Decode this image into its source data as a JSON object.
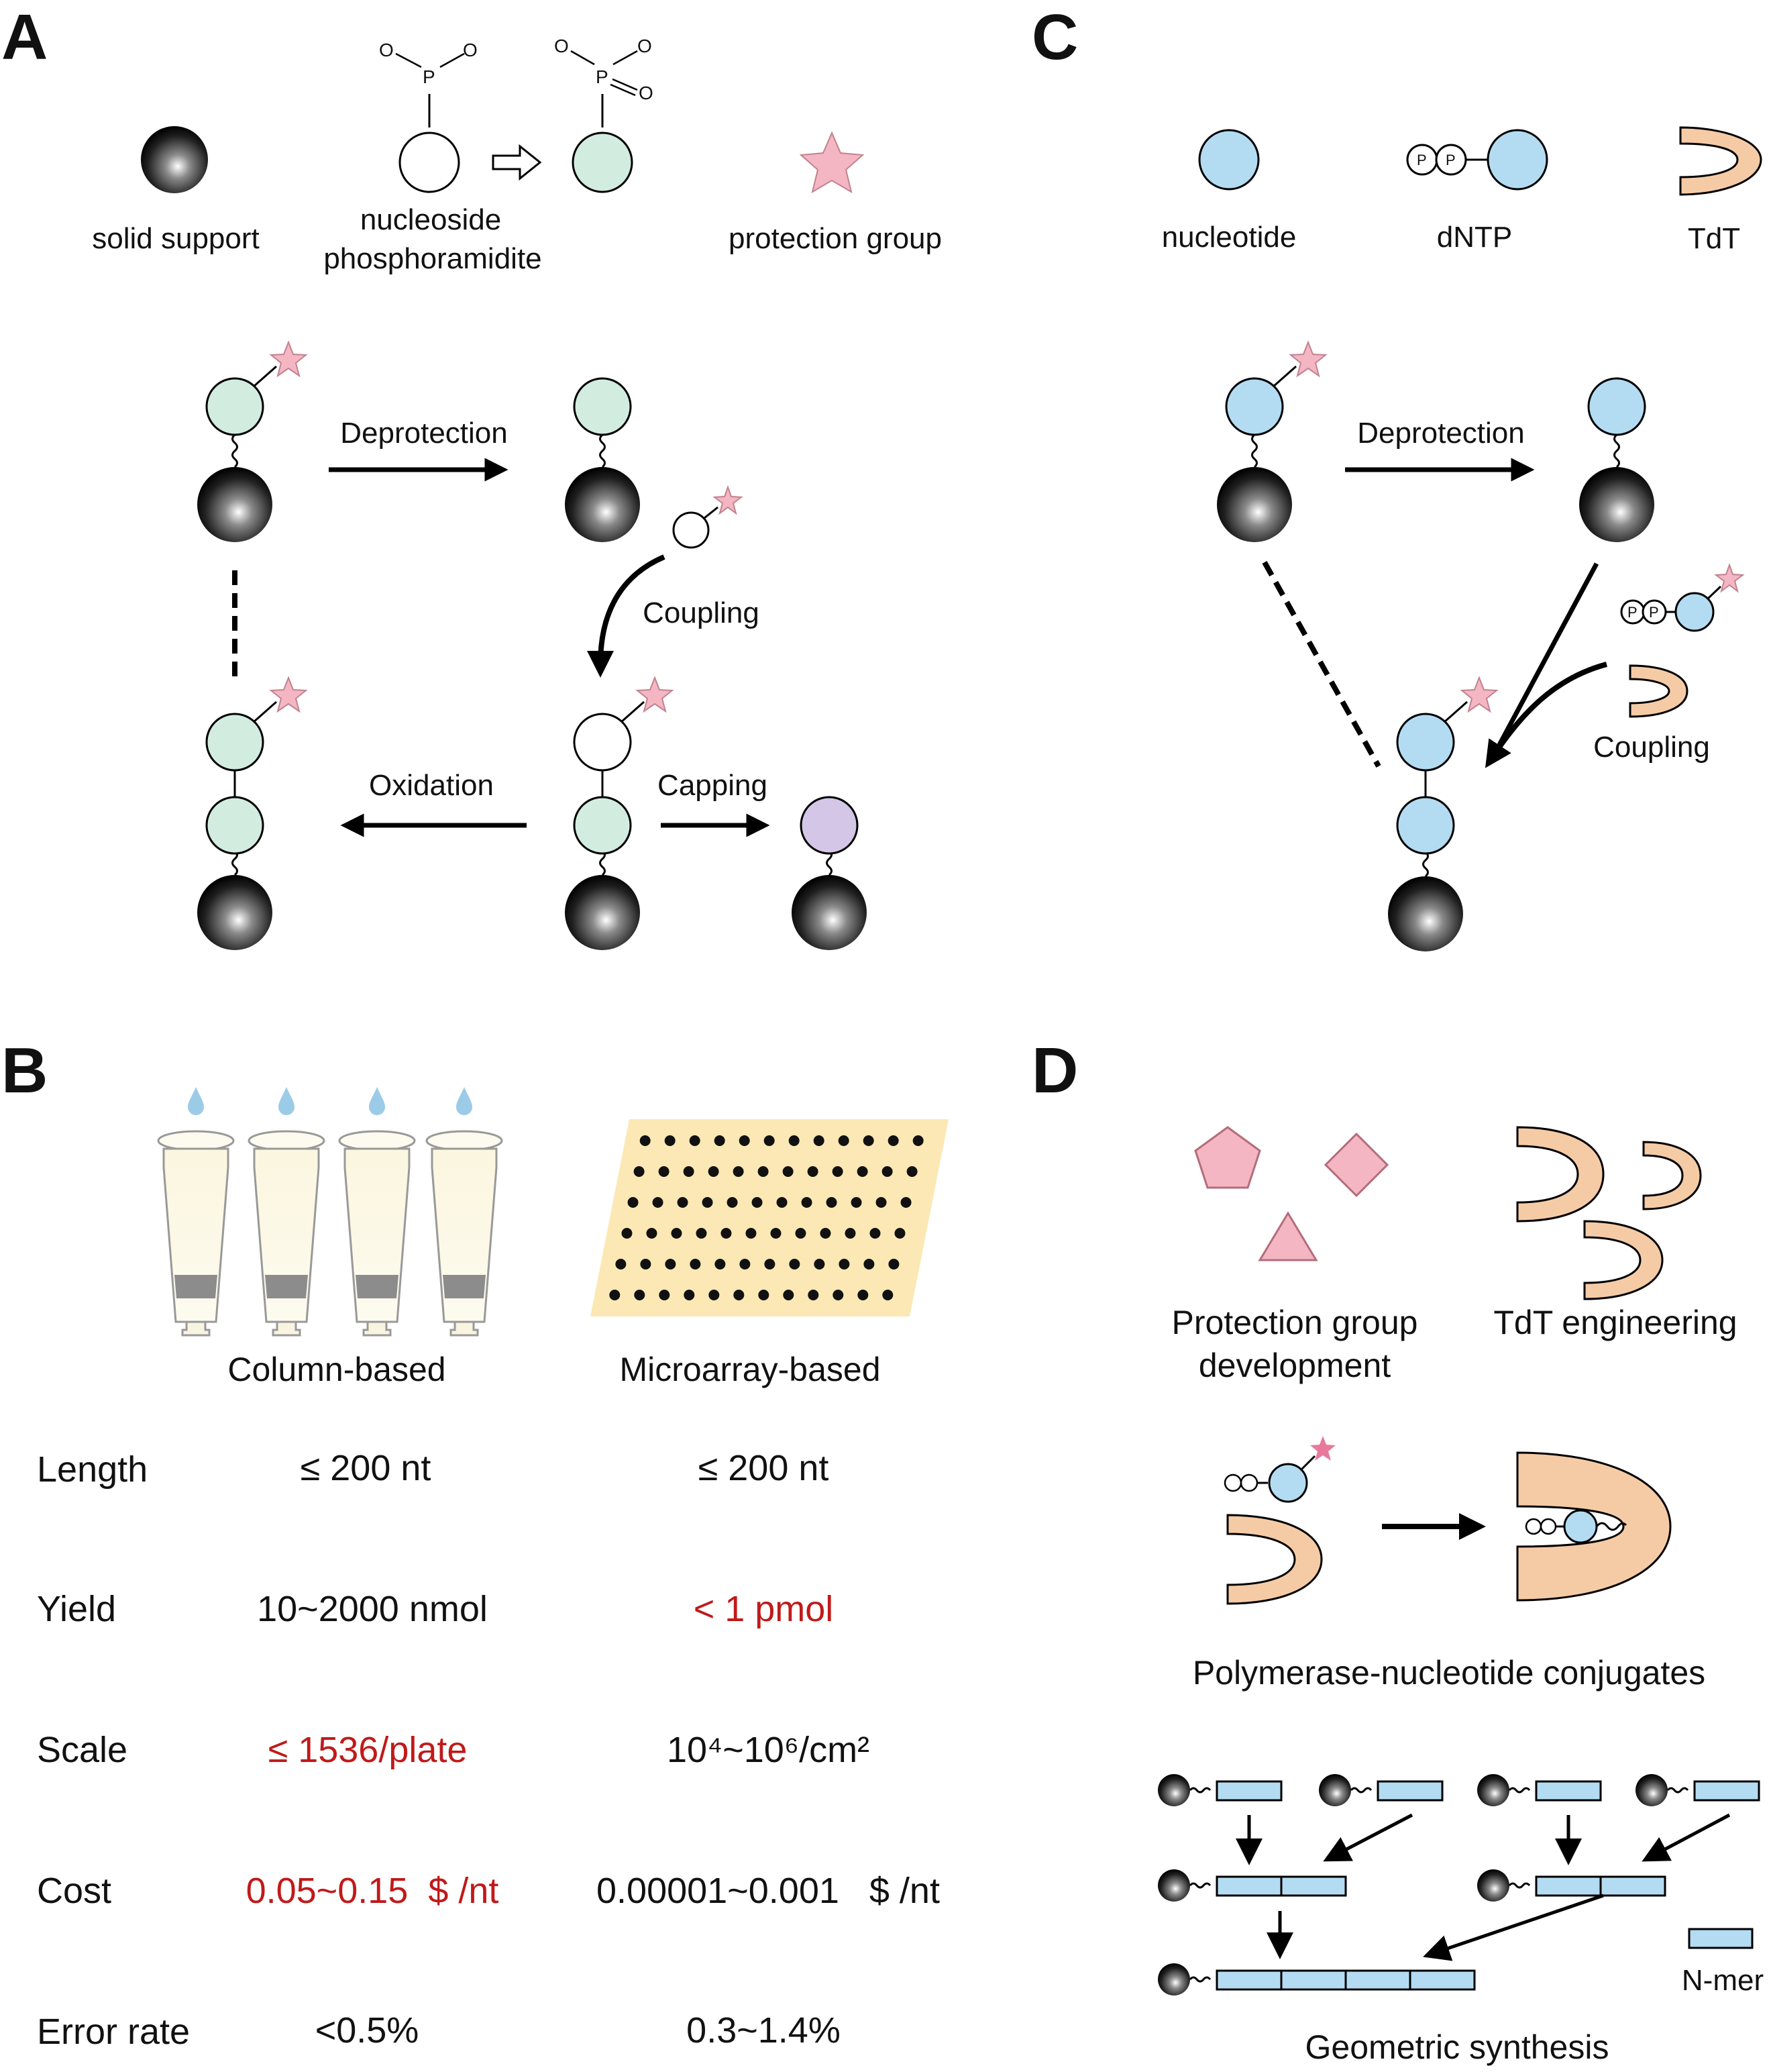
{
  "colors": {
    "nucleoside_green": "#d3ece0",
    "nucleotide_blue": "#b3dcf2",
    "tdt_peach": "#f5cba6",
    "star_pink": "#f4b6c2",
    "capped_purple": "#d4c6e6",
    "highlight_red": "#c01a1a",
    "chip_yellow": "#fbe8b4"
  },
  "panels": {
    "a": {
      "letter": "A",
      "legend": {
        "solid_support": "solid support",
        "nucleoside_line1": "nucleoside",
        "nucleoside_line2": "phosphoramidite",
        "protection_group": "protection group"
      },
      "steps": {
        "deprotection": "Deprotection",
        "coupling": "Coupling",
        "oxidation": "Oxidation",
        "capping": "Capping"
      }
    },
    "b": {
      "letter": "B",
      "col_header_1": "Column-based",
      "col_header_2": "Microarray-based",
      "rows": [
        {
          "label": "Length",
          "column": "≤ 200 nt",
          "microarray": "≤ 200 nt",
          "column_red": false,
          "microarray_red": false
        },
        {
          "label": "Yield",
          "column": "10~2000 nmol",
          "microarray": "< 1 pmol",
          "column_red": false,
          "microarray_red": true
        },
        {
          "label": "Scale",
          "column": "≤ 1536/plate",
          "microarray": "10⁴~10⁶/cm²",
          "column_red": true,
          "microarray_red": false
        },
        {
          "label": "Cost",
          "column": "0.05~0.15  $ /nt",
          "microarray": "0.00001~0.001   $ /nt",
          "column_red": true,
          "microarray_red": false
        },
        {
          "label": "Error rate",
          "column": "<0.5%",
          "microarray": "0.3~1.4%",
          "column_red": false,
          "microarray_red": false
        }
      ]
    },
    "c": {
      "letter": "C",
      "legend": {
        "nucleotide": "nucleotide",
        "dntp": "dNTP",
        "tdt": "TdT"
      },
      "steps": {
        "deprotection": "Deprotection",
        "coupling": "Coupling"
      }
    },
    "d": {
      "letter": "D",
      "protection_line1": "Protection group",
      "protection_line2": "development",
      "tdt_engineering": "TdT engineering",
      "conjugates": "Polymerase-nucleotide conjugates",
      "geometric": "Geometric synthesis",
      "nmer": "N-mer"
    }
  },
  "icons": [
    "solid-support-bead-icon",
    "phosphoramidite-icon",
    "protection-star-icon",
    "nucleotide-icon",
    "dntp-icon",
    "tdt-enzyme-icon",
    "column-tube-icon",
    "microarray-chip-icon"
  ],
  "pp_label": "P"
}
